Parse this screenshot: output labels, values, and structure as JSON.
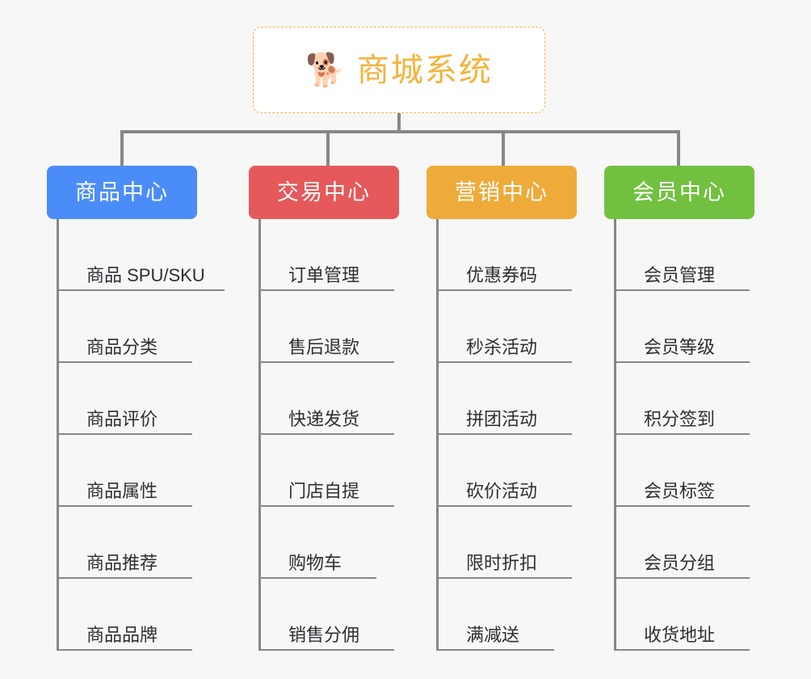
{
  "root": {
    "icon": "shiba-dog-emoji",
    "emoji": "🐕",
    "title": "商城系统",
    "border_color": "#f0b84a",
    "title_color": "#f2b43c"
  },
  "theme": {
    "background": "#f7f7f7",
    "connector_color": "#878787",
    "leaf_text_color": "#2c2f33"
  },
  "columns": [
    {
      "id": "product-center",
      "label": "商品中心",
      "color": "#4b8df8",
      "items": [
        "商品 SPU/SKU",
        "商品分类",
        "商品评价",
        "商品属性",
        "商品推荐",
        "商品品牌"
      ]
    },
    {
      "id": "trade-center",
      "label": "交易中心",
      "color": "#e5595a",
      "items": [
        "订单管理",
        "售后退款",
        "快递发货",
        "门店自提",
        "购物车",
        "销售分佣"
      ]
    },
    {
      "id": "marketing-center",
      "label": "营销中心",
      "color": "#eeab3a",
      "items": [
        "优惠券码",
        "秒杀活动",
        "拼团活动",
        "砍价活动",
        "限时折扣",
        "满减送"
      ]
    },
    {
      "id": "member-center",
      "label": "会员中心",
      "color": "#72c040",
      "items": [
        "会员管理",
        "会员等级",
        "积分签到",
        "会员标签",
        "会员分组",
        "收货地址"
      ]
    }
  ]
}
